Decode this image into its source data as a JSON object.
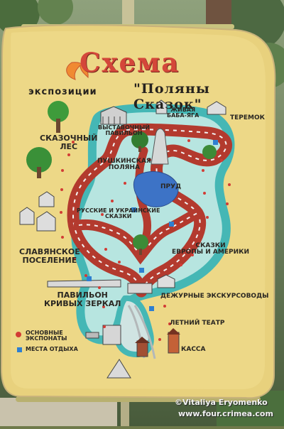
{
  "sign": {
    "title": "Схема",
    "subtitle_left": "экспозиции",
    "subtitle_right": "\"Поляны Сказок\""
  },
  "labels": {
    "fairy_forest": "СКАЗОЧНЫЙ\nЛЕС",
    "exhibition_pavilion": "ВЫСТАВОЧНЫЙ\nПАВИЛЬОН",
    "live_baba_yaga": "ЖИВАЯ\nБАБА-ЯГА",
    "teremok": "ТЕРЕМОК",
    "pushkin_glade": "ПУШКИНСКАЯ\nПОЛЯНА",
    "pond": "ПРУД",
    "russian_ukrainian_tales": "РУССКИЕ И УКРАИНСКИЕ\nСКАЗКИ",
    "slavic_settlement": "СЛАВЯНСКОЕ\nПОСЕЛЕНИЕ",
    "tales_europe_america": "СКАЗКИ\nЕВРОПЫ И АМЕРИКИ",
    "crooked_mirrors": "ПАВИЛЬОН\nКРИВЫХ ЗЕРКАЛ",
    "guides_on_duty": "ДЕЖУРНЫЕ ЭКСКУРСОВОДЫ",
    "summer_theatre": "ЛЕТНИЙ ТЕАТР",
    "ticket_office": "КАССА"
  },
  "legend": {
    "main_exhibits": "ОСНОВНЫЕ\nЭКСПОНАТЫ",
    "rest_places": "МЕСТА ОТДЫХА"
  },
  "watermark": {
    "author": "©Vitaliya Eryomenko",
    "site": "www.four.crimea.com"
  },
  "colors": {
    "sign": "#e9d27f",
    "path": "#b33a2e",
    "water_border": "#45b7b5",
    "pond": "#3d73c6",
    "rest_place": "#2e7fd1",
    "exhibit_dot": "#d23c35"
  }
}
